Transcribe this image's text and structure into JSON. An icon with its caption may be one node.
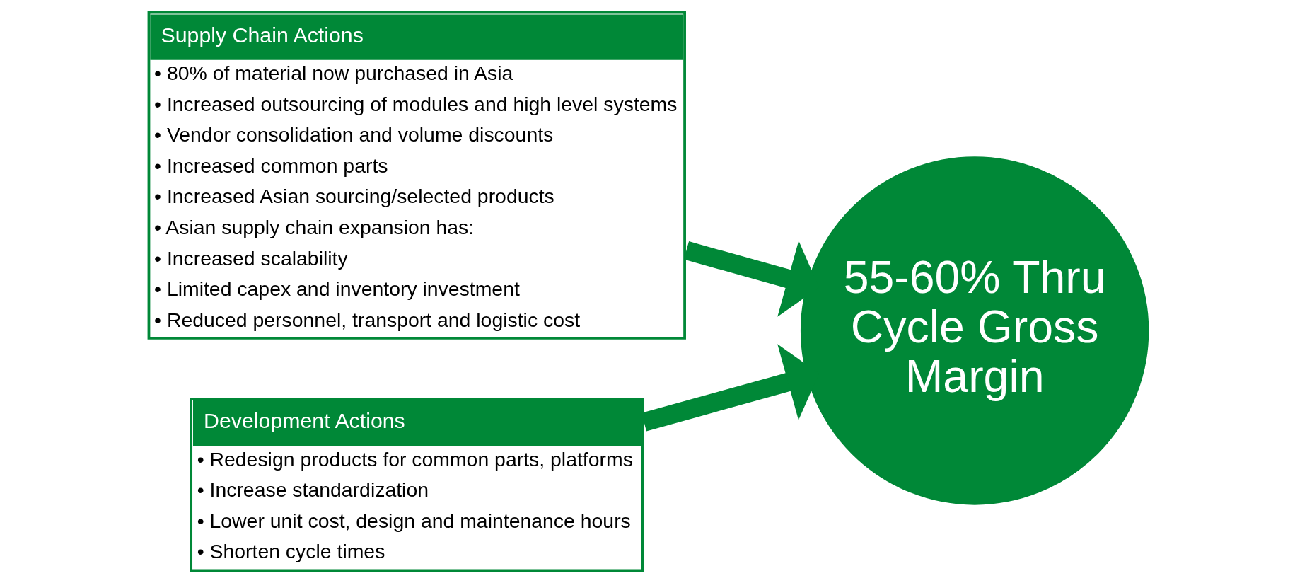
{
  "diagram": {
    "nodes": [
      {
        "text": [
          "Supply Chain Actions",
          "• 80% of material now purchased in Asia",
          "• Increased outsourcing of modules and high level systems",
          "• Vendor consolidation and volume discounts",
          "• Increased common parts",
          "• Increased Asian sourcing/selected products",
          "• Asian supply chain expansion has:",
          "• Increased scalability",
          "• Limited capex and inventory investment",
          "• Reduced personnel, transport and logistic cost"
        ]
      },
      {
        "text": [
          "Development Actions",
          "• Redesign products for common parts, platforms",
          "• Increase standardization",
          "• Lower unit cost, design and maintenance hours",
          "• Shorten cycle times"
        ]
      },
      {
        "text": [
          "55-60% Thru Cycle Gross Margin"
        ]
      }
    ],
    "edges": [
      {
        "from": 0,
        "to": 2,
        "arrow": "to"
      },
      {
        "from": 1,
        "to": 2,
        "arrow": "to"
      }
    ]
  }
}
